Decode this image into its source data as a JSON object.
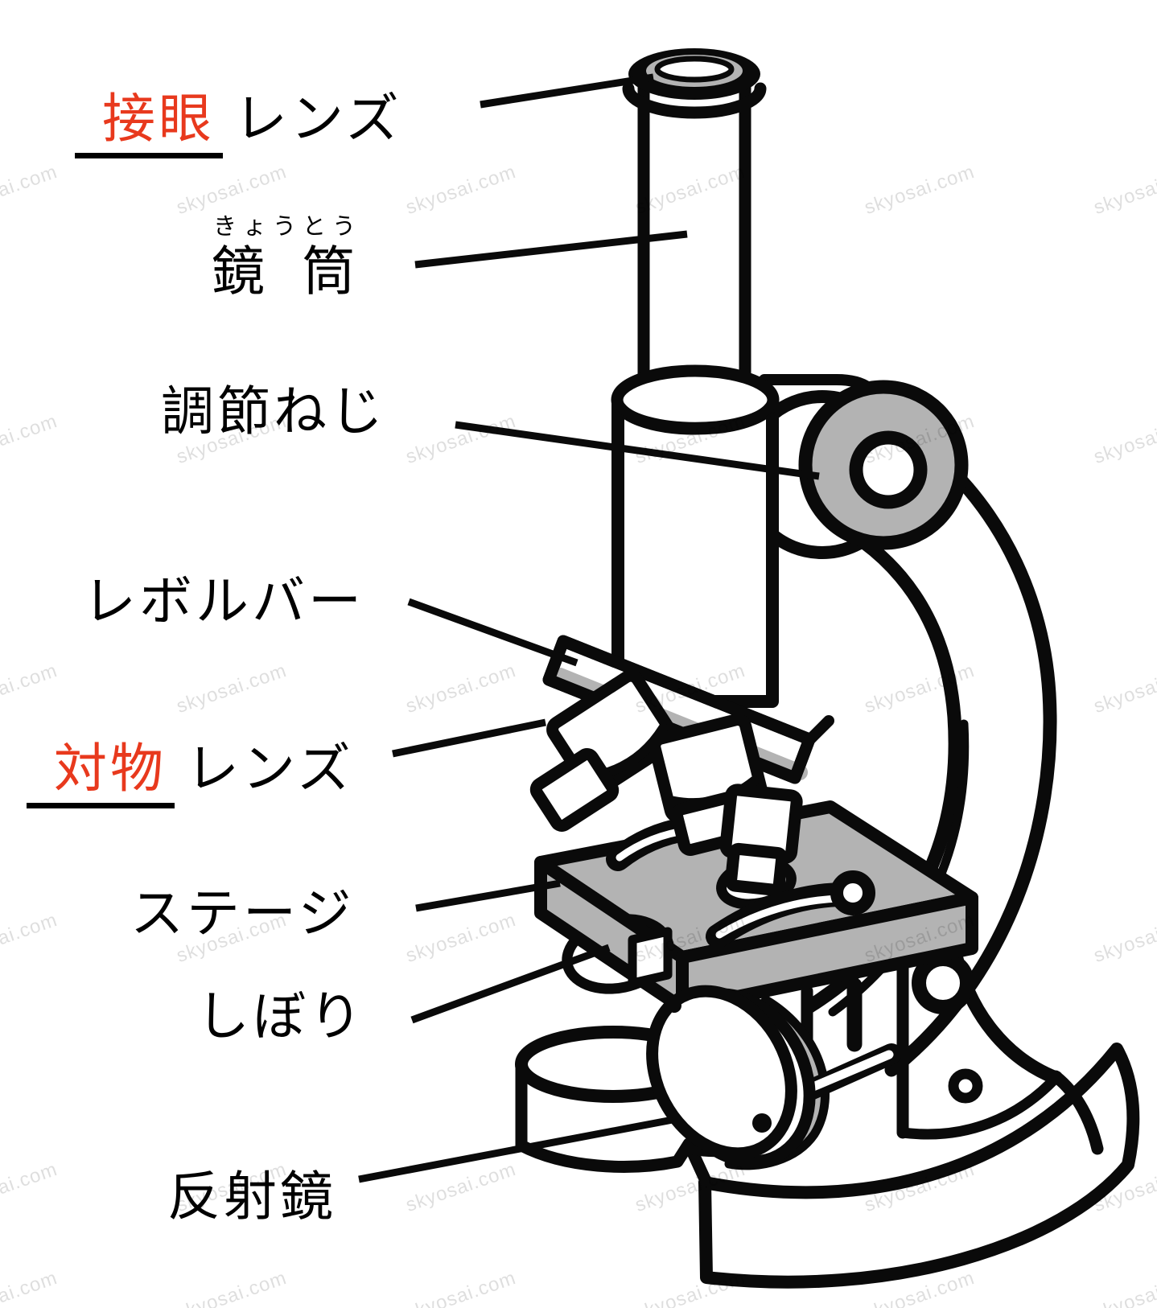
{
  "page": {
    "background": "#ffffff"
  },
  "colors": {
    "answer_red": "#e8391d",
    "line_black": "#0a0a0a",
    "part_gray": "#b3b3b3"
  },
  "watermark": {
    "text": "skyosai.com"
  },
  "labels": {
    "eyepiece": {
      "answer": "接眼",
      "suffix": "レンズ"
    },
    "body_tube": {
      "furigana": "きょうとう",
      "text": "鏡 筒"
    },
    "adjustment_screw": {
      "text": "調節ねじ"
    },
    "revolver": {
      "text": "レボルバー"
    },
    "objective": {
      "answer": "対物",
      "suffix": "レンズ"
    },
    "stage": {
      "text": "ステージ"
    },
    "diaphragm": {
      "text": "しぼり"
    },
    "mirror": {
      "text": "反射鏡"
    }
  }
}
